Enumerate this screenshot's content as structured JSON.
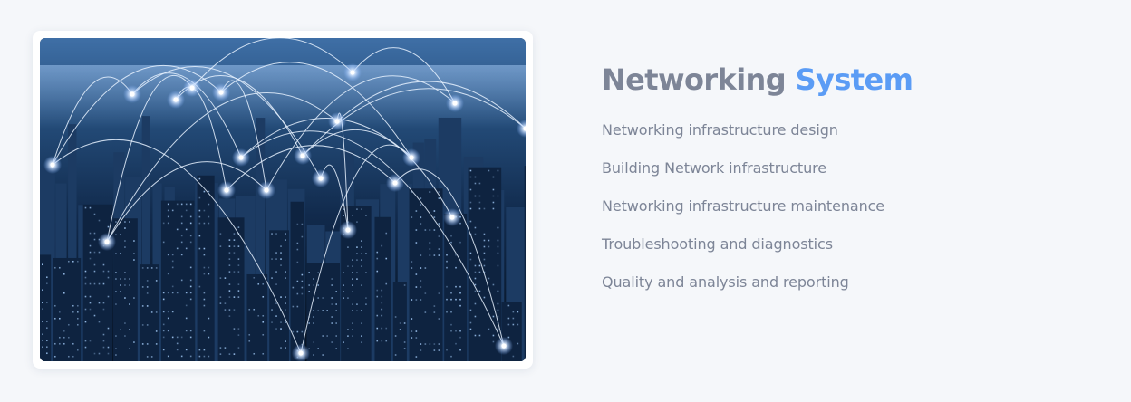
{
  "hero_image": {
    "alt": "City skyline at night with glowing network connection arcs"
  },
  "section": {
    "title_main": "Networking",
    "title_accent": "System",
    "features": [
      "Networking infrastructure design",
      "Building Network infrastructure",
      "Networking infrastructure maintenance",
      "Troubleshooting and diagnostics",
      "Quality and analysis and reporting"
    ]
  },
  "colors": {
    "background": "#f5f7fa",
    "title_text": "#7d8597",
    "title_accent": "#5b9cf5",
    "body_text": "#7d8597",
    "photo_tint": "#0b1a33"
  }
}
